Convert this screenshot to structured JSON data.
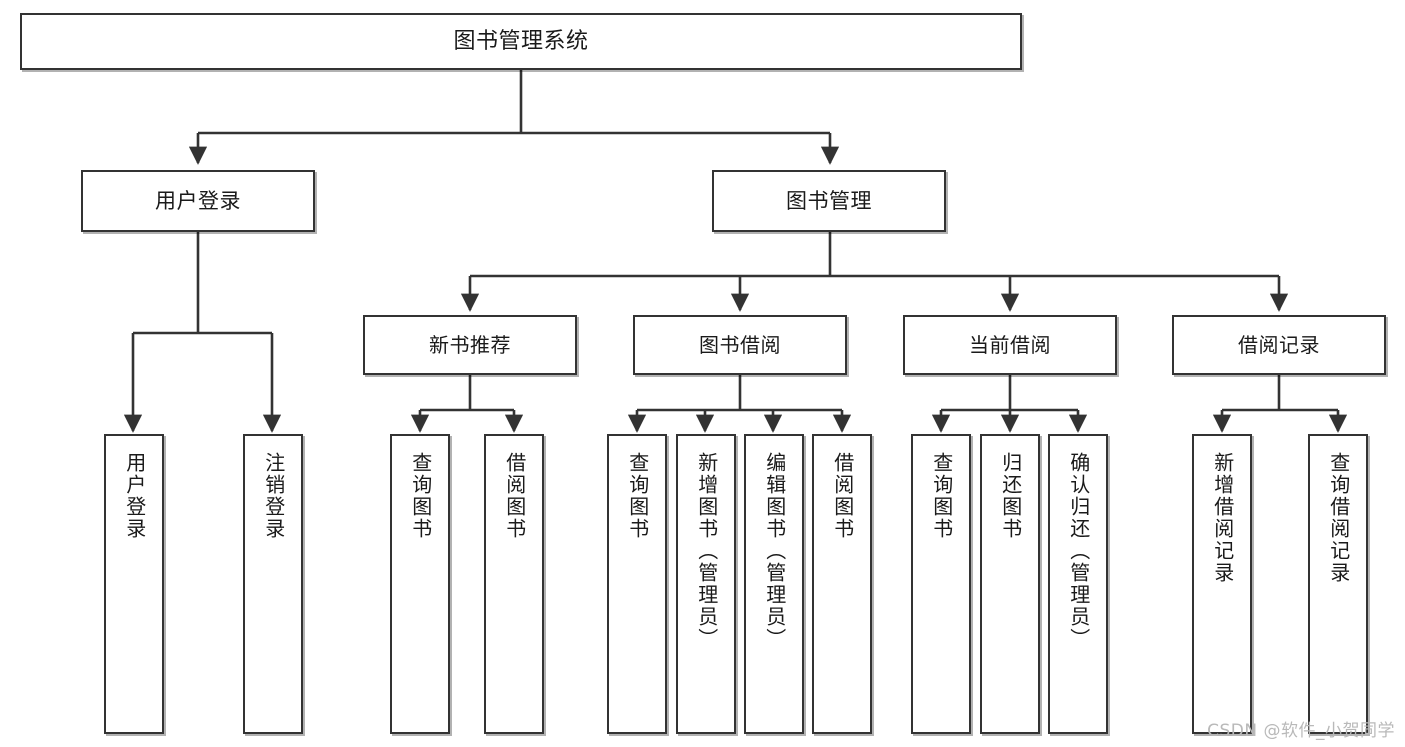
{
  "diagram": {
    "title": "图书管理系统",
    "type": "tree-hierarchy-chart",
    "root": {
      "label": "图书管理系统"
    },
    "level2": [
      {
        "label": "用户登录"
      },
      {
        "label": "图书管理"
      }
    ],
    "level3": [
      {
        "label": "新书推荐"
      },
      {
        "label": "图书借阅"
      },
      {
        "label": "当前借阅"
      },
      {
        "label": "借阅记录"
      }
    ],
    "leaves": [
      {
        "label": "用户登录"
      },
      {
        "label": "注销登录"
      },
      {
        "label": "查询图书"
      },
      {
        "label": "借阅图书"
      },
      {
        "label": "查询图书"
      },
      {
        "label": "新增图书（管理员）"
      },
      {
        "label": "编辑图书（管理员）"
      },
      {
        "label": "借阅图书"
      },
      {
        "label": "查询图书"
      },
      {
        "label": "归还图书"
      },
      {
        "label": "确认归还（管理员）"
      },
      {
        "label": "新增借阅记录"
      },
      {
        "label": "查询借阅记录"
      }
    ]
  },
  "watermark": {
    "text": "CSDN @软件_小贺同学"
  },
  "colors": {
    "border": "#333333",
    "text": "#1a1a1a",
    "background": "#ffffff",
    "line": "#333333",
    "watermark": "#b9b9b9"
  }
}
